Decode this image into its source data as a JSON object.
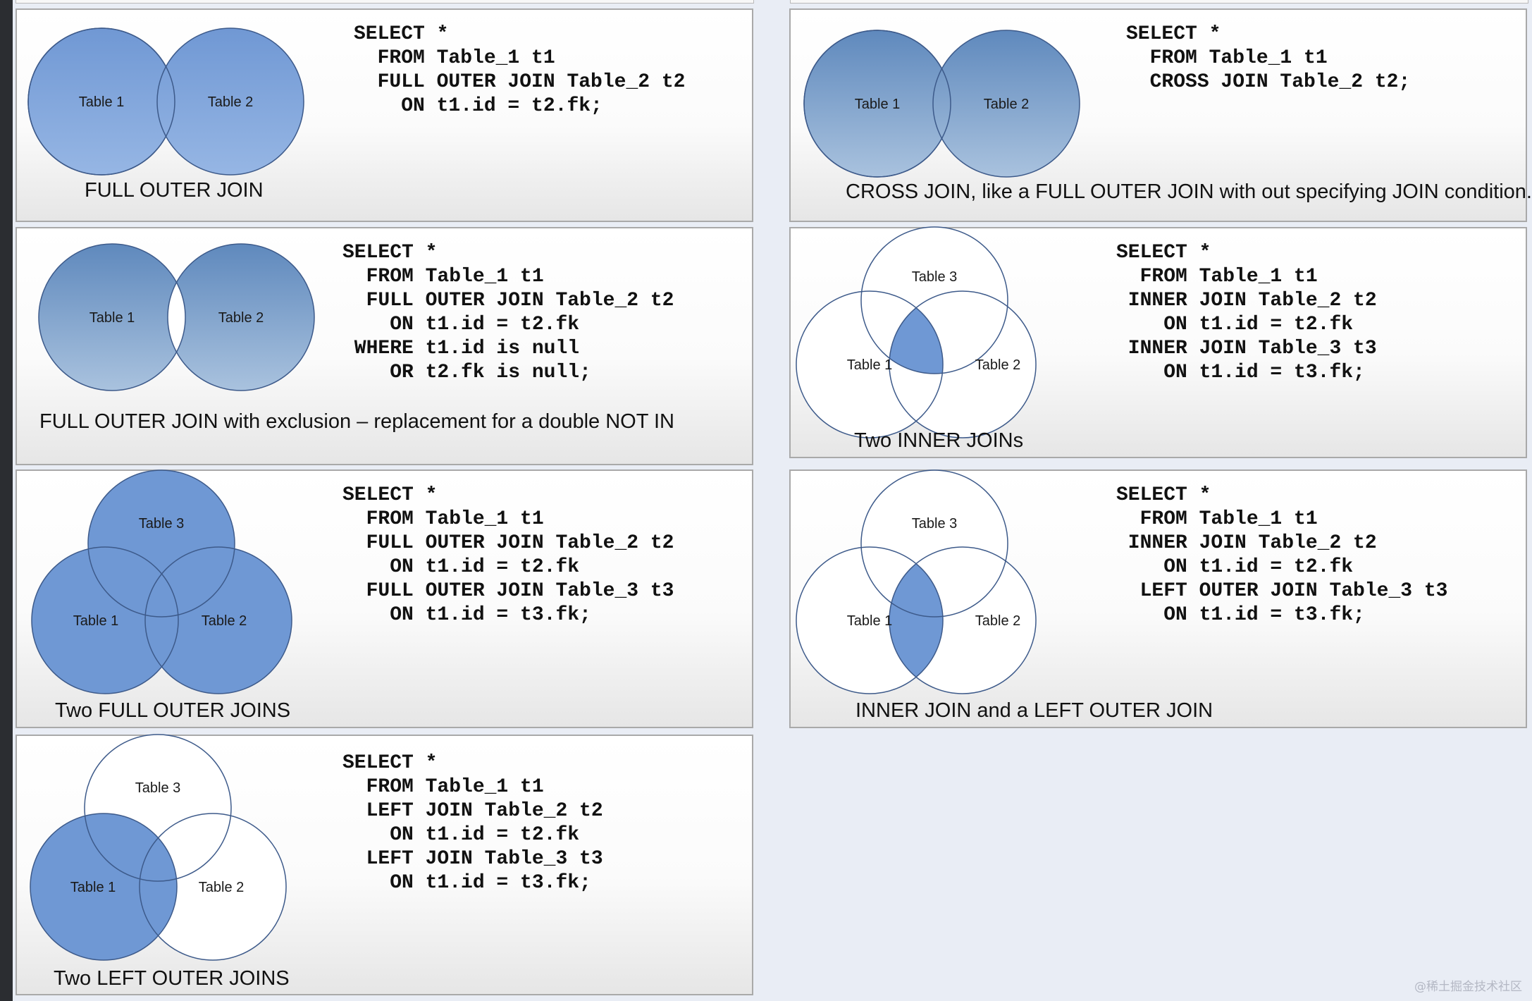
{
  "panels": {
    "full_outer": {
      "table1": "Table 1",
      "table2": "Table 2",
      "code": "SELECT *\n  FROM Table_1 t1\n  FULL OUTER JOIN Table_2 t2\n    ON t1.id = t2.fk;",
      "caption": "FULL OUTER JOIN"
    },
    "cross": {
      "table1": "Table 1",
      "table2": "Table 2",
      "code": "SELECT *\n  FROM Table_1 t1\n  CROSS JOIN Table_2 t2;",
      "caption": "CROSS JOIN, like a FULL OUTER JOIN with out specifying JOIN condition."
    },
    "full_outer_exclusion": {
      "table1": "Table 1",
      "table2": "Table 2",
      "code": "SELECT *\n  FROM Table_1 t1\n  FULL OUTER JOIN Table_2 t2\n    ON t1.id = t2.fk\n WHERE t1.id is null\n    OR t2.fk is null;",
      "caption": "FULL OUTER JOIN with exclusion – replacement for a double NOT IN"
    },
    "two_inner": {
      "table1": "Table 1",
      "table2": "Table 2",
      "table3": "Table 3",
      "code": "SELECT *\n  FROM Table_1 t1\n INNER JOIN Table_2 t2\n    ON t1.id = t2.fk\n INNER JOIN Table_3 t3\n    ON t1.id = t3.fk;",
      "caption": "Two INNER JOINs"
    },
    "two_full_outer": {
      "table1": "Table 1",
      "table2": "Table 2",
      "table3": "Table 3",
      "code": "SELECT *\n  FROM Table_1 t1\n  FULL OUTER JOIN Table_2 t2\n    ON t1.id = t2.fk\n  FULL OUTER JOIN Table_3 t3\n    ON t1.id = t3.fk;",
      "caption": "Two FULL OUTER JOINS"
    },
    "inner_left": {
      "table1": "Table 1",
      "table2": "Table 2",
      "table3": "Table 3",
      "code": "SELECT *\n  FROM Table_1 t1\n INNER JOIN Table_2 t2\n    ON t1.id = t2.fk\n  LEFT OUTER JOIN Table_3 t3\n    ON t1.id = t3.fk;",
      "caption": "INNER JOIN and a LEFT OUTER JOIN"
    },
    "two_left_outer": {
      "table1": "Table 1",
      "table2": "Table 2",
      "table3": "Table 3",
      "code": "SELECT *\n  FROM Table_1 t1\n  LEFT JOIN Table_2 t2\n    ON t1.id = t2.fk\n  LEFT JOIN Table_3 t3\n    ON t1.id = t3.fk;",
      "caption": "Two LEFT OUTER JOINS"
    }
  },
  "watermark": "@稀土掘金技术社区",
  "colors": {
    "fill_blue": "#7aa0d8",
    "fill_blue_dark": "#6488cc",
    "stroke": "#3d5a8a"
  }
}
